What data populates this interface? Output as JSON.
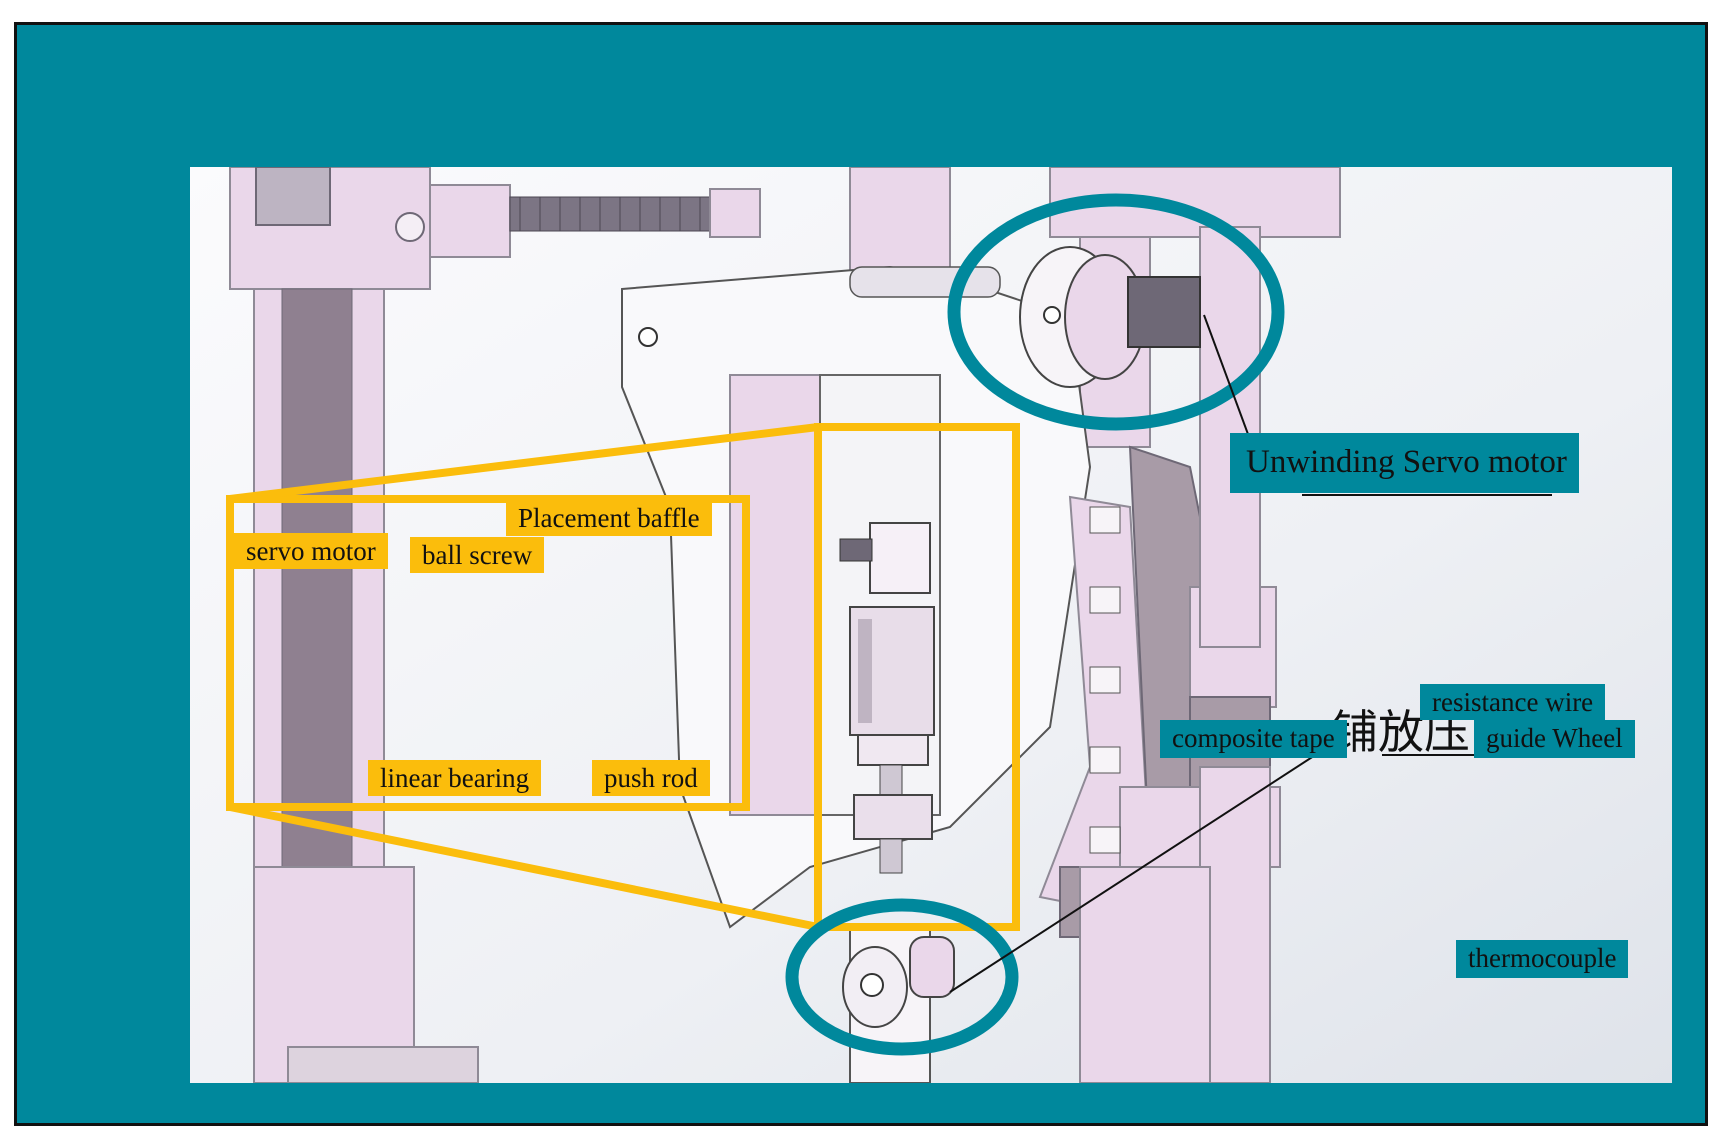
{
  "colors": {
    "frame": "#00889c",
    "callout_yellow": "#fbbd0c",
    "label_teal": "#00889c",
    "part_pink": "#ead7ea",
    "part_dark": "#a89ba7"
  },
  "labels": {
    "unwinding_servo_motor": "Unwinding Servo motor",
    "placement_baffle": "Placement baffle",
    "servo_motor": "servo motor",
    "ball_screw": "ball screw",
    "linear_bearing": "linear bearing",
    "push_rod": "push rod",
    "resistance_wire": "resistance wire",
    "composite_tape": "composite tape",
    "guide_wheel": "guide Wheel",
    "thermocouple": "thermocouple",
    "chinese_fragment": "铺放压"
  }
}
